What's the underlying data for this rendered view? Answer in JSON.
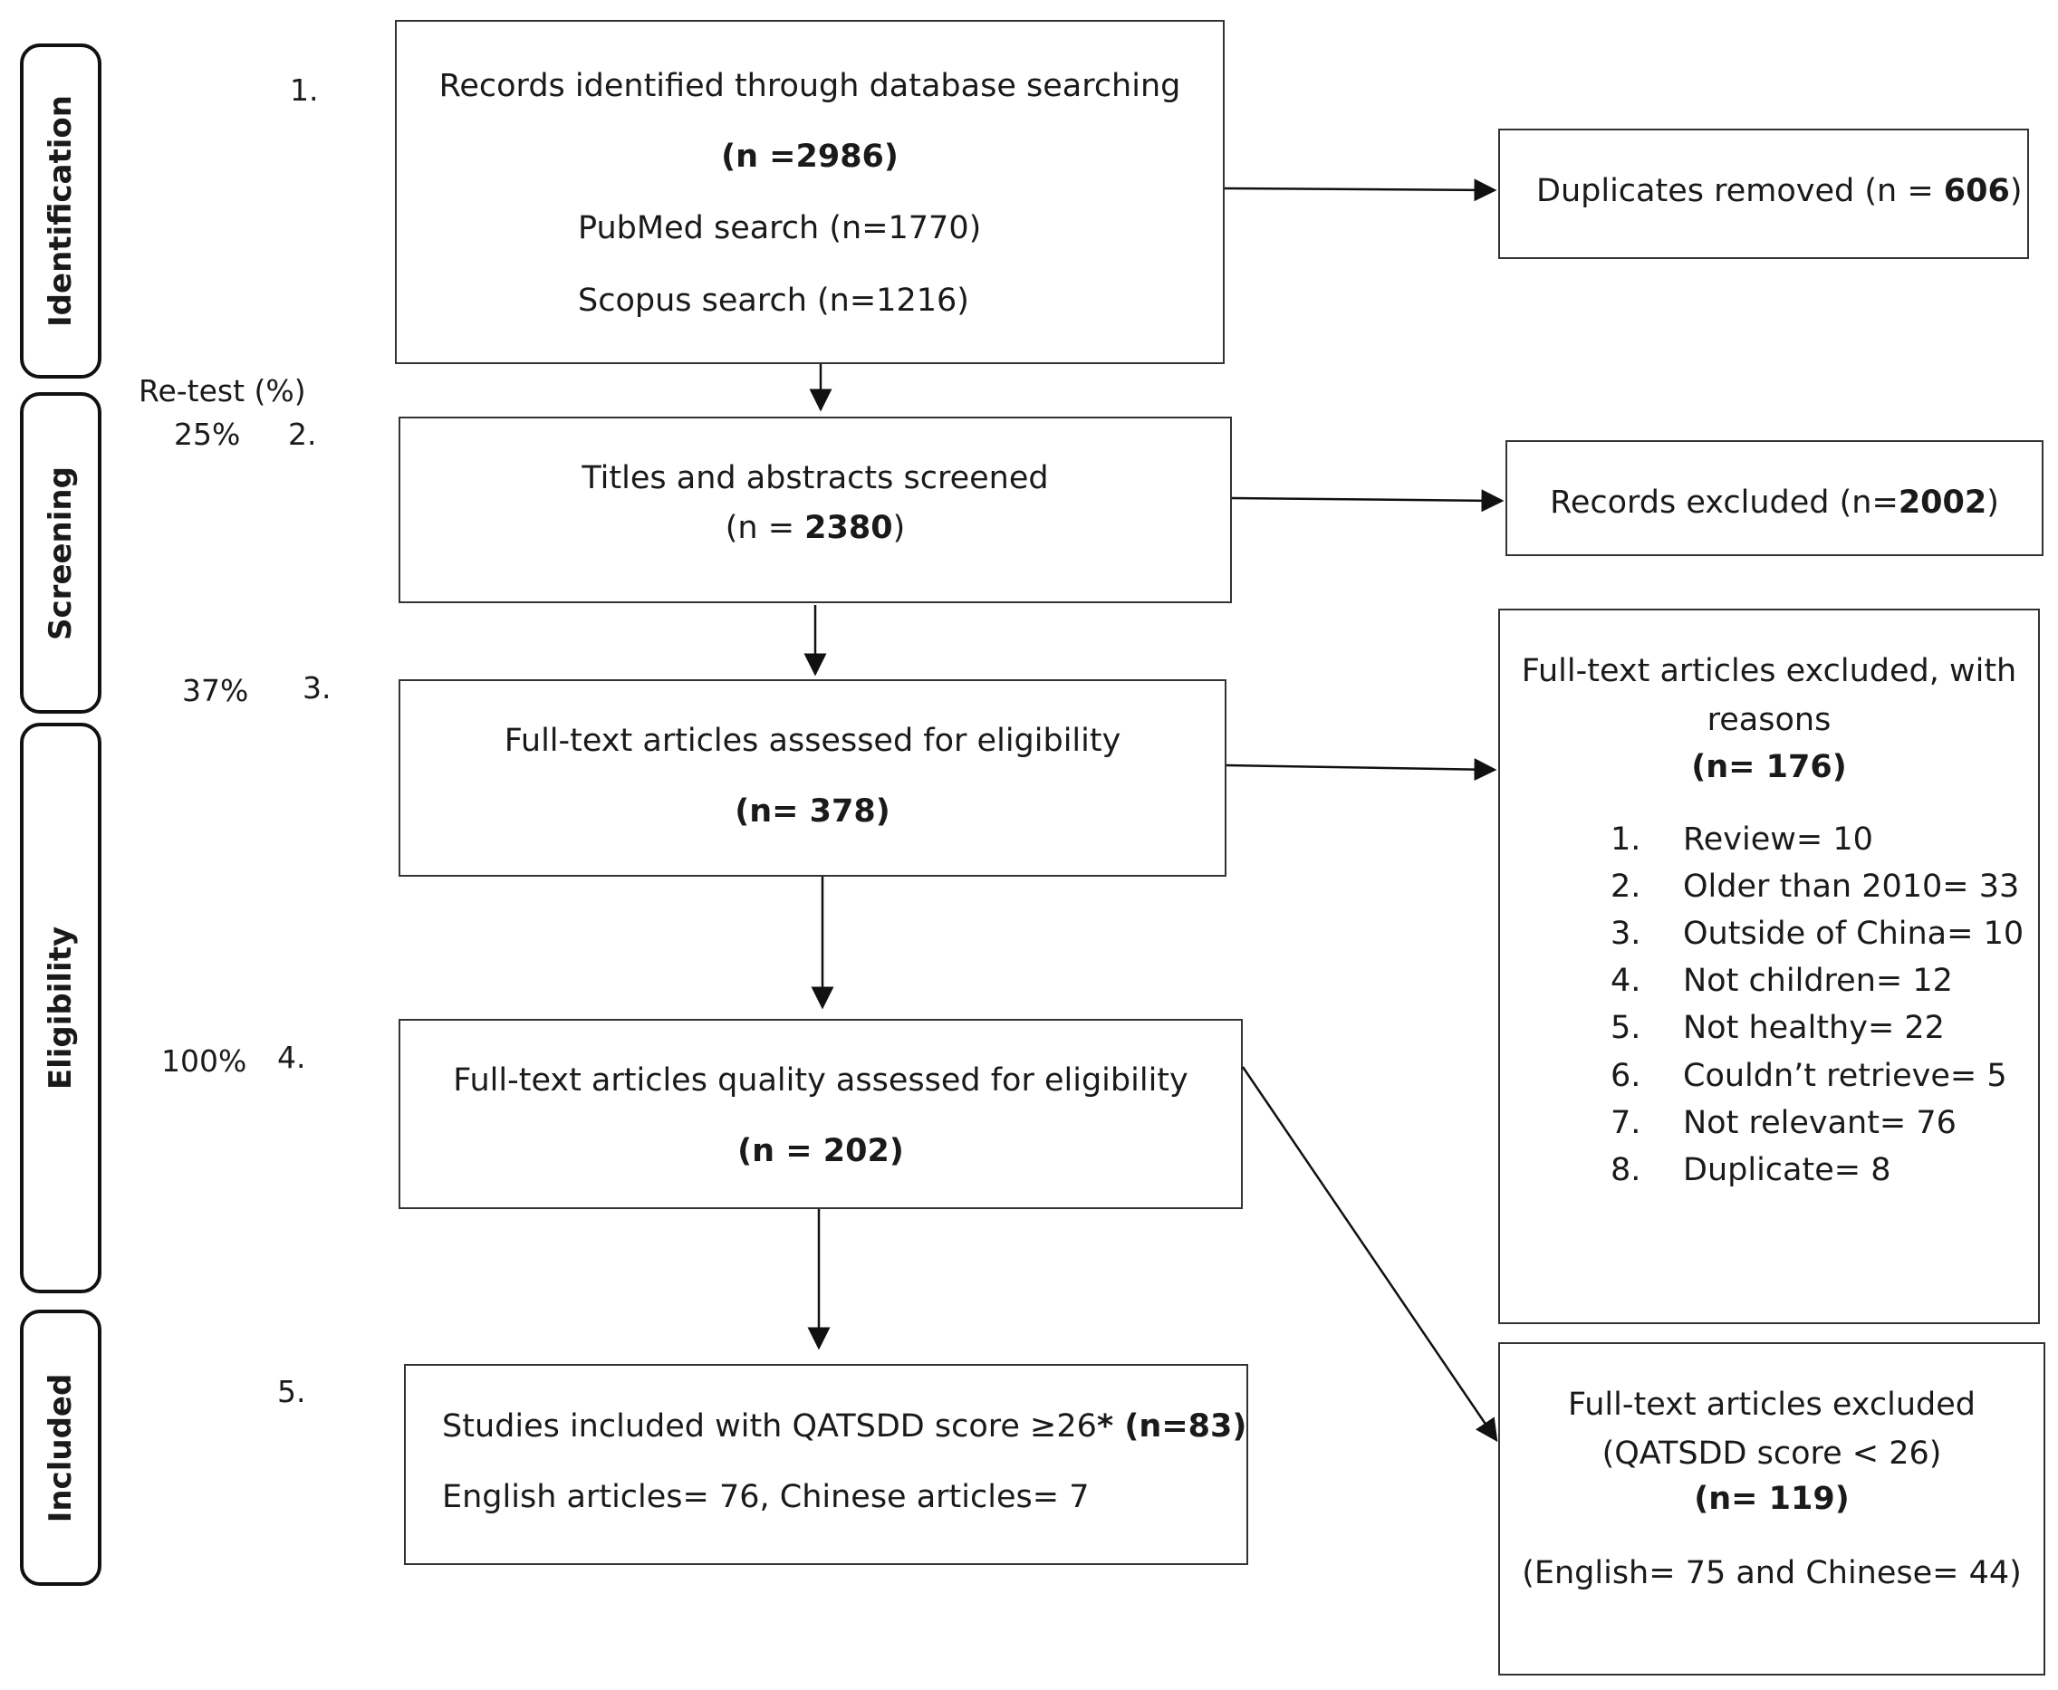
{
  "stages": [
    {
      "id": "identification",
      "label": "Identification"
    },
    {
      "id": "screening",
      "label": "Screening"
    },
    {
      "id": "eligibility",
      "label": "Eligibility"
    },
    {
      "id": "included",
      "label": "Included"
    }
  ],
  "retest_header": "Re-test (%)",
  "steps": [
    {
      "num": "1.",
      "pct": ""
    },
    {
      "num": "2.",
      "pct": "25%"
    },
    {
      "num": "3.",
      "pct": "37%"
    },
    {
      "num": "4.",
      "pct": "100%"
    },
    {
      "num": "5.",
      "pct": ""
    }
  ],
  "records_box": {
    "title": "Records identified through database searching",
    "count": "(n =2986)",
    "pubmed": "PubMed search (n=1770)",
    "scopus": "Scopus search (n=1216)"
  },
  "duplicates_box": {
    "text": "Duplicates removed (n = ",
    "count": "606",
    "close": ")"
  },
  "screened_box": {
    "title": "Titles and abstracts screened",
    "prefix": "(n = ",
    "count": "2380",
    "close": ")"
  },
  "records_excluded_box": {
    "text": "Records excluded (n=",
    "count": "2002",
    "close": ")"
  },
  "fulltext_box": {
    "title": "Full-text articles assessed for eligibility",
    "count": "(n= 378)"
  },
  "fulltext_excluded_box": {
    "title_line1": "Full-text articles excluded, with",
    "title_line2": "reasons",
    "count": "(n= 176)",
    "reasons": [
      {
        "num": "1.",
        "text": "Review= 10"
      },
      {
        "num": "2.",
        "text": "Older than 2010= 33"
      },
      {
        "num": "3.",
        "text": "Outside of China= 10"
      },
      {
        "num": "4.",
        "text": "Not children= 12"
      },
      {
        "num": "5.",
        "text": "Not healthy= 22"
      },
      {
        "num": "6.",
        "text": "Couldn’t retrieve=  5"
      },
      {
        "num": "7.",
        "text": "Not relevant= 76"
      },
      {
        "num": "8.",
        "text": "Duplicate= 8"
      }
    ]
  },
  "quality_box": {
    "title": "Full-text articles quality assessed for eligibility",
    "count": "(n = 202)"
  },
  "included_box": {
    "text": "Studies included with QATSDD score ≥26",
    "star_count": "* (n=83)",
    "languages": "English articles= 76, Chinese articles= 7"
  },
  "quality_excluded_box": {
    "title": "Full-text articles excluded",
    "criterion": "(QATSDD score < 26)",
    "count": "(n= 119)",
    "languages": "(English= 75  and Chinese= 44)"
  }
}
